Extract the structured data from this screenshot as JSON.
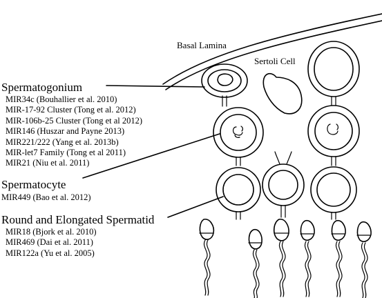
{
  "labels": {
    "basal_lamina": "Basal Lamina",
    "sertoli_cell": "Sertoli Cell"
  },
  "groups": [
    {
      "title": "Spermatogonium",
      "refs": [
        "MIR34c (Bouhallier et al. 2010)",
        "MIR-17-92 Cluster (Tong et al. 2012)",
        "MIR-106b-25 Cluster (Tong et al 2012)",
        "MIR146 (Huszar and Payne 2013)",
        "MIR221/222 (Yang et al. 2013b)",
        "MIR-let7 Family (Tong et al 2011)",
        "MIR21 (Niu et al. 2011)"
      ]
    },
    {
      "title": "Spermatocyte",
      "refs": [
        "MIR449 (Bao et al. 2012)"
      ]
    },
    {
      "title": "Round and Elongated Spermatid",
      "refs": [
        "MIR18 (Bjork et al. 2010)",
        "MIR469 (Dai et al. 2011)",
        "MIR122a (Yu et al. 2005)"
      ]
    }
  ]
}
